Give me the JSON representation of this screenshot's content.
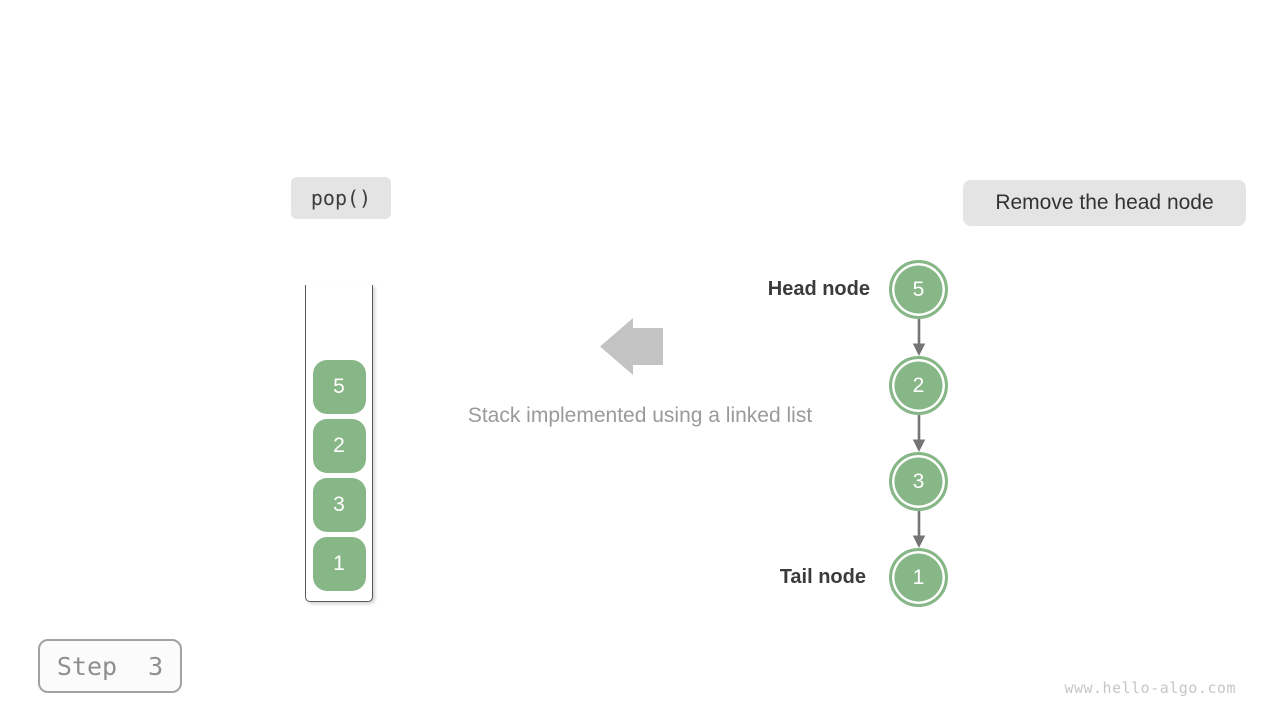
{
  "operation_badge": {
    "label": "pop()"
  },
  "annotation_badge": {
    "label": "Remove the head node"
  },
  "caption": {
    "text": "Stack implemented using a linked list"
  },
  "stack": {
    "items_top_to_bottom": [
      "5",
      "2",
      "3",
      "1"
    ]
  },
  "linked_list": {
    "head_label": "Head node",
    "tail_label": "Tail node",
    "nodes_head_to_tail": [
      "5",
      "2",
      "3",
      "1"
    ]
  },
  "step_badge": {
    "label": "Step 3"
  },
  "watermark": {
    "text": "www.hello-algo.com"
  },
  "colors": {
    "node_green": "#87b787",
    "badge_gray": "#e4e4e4",
    "dark_text": "#3c3c3c",
    "label_text": "#3b3b3b",
    "muted_text": "#9a9a9a",
    "node_arrow_gray": "#757575",
    "block_arrow_gray": "#c3c3c3",
    "container_border": "#58585a",
    "step_border": "#a2a2a2",
    "step_text": "#8f8f8f",
    "watermark_text": "#c6c6c6",
    "background": "#ffffff"
  }
}
